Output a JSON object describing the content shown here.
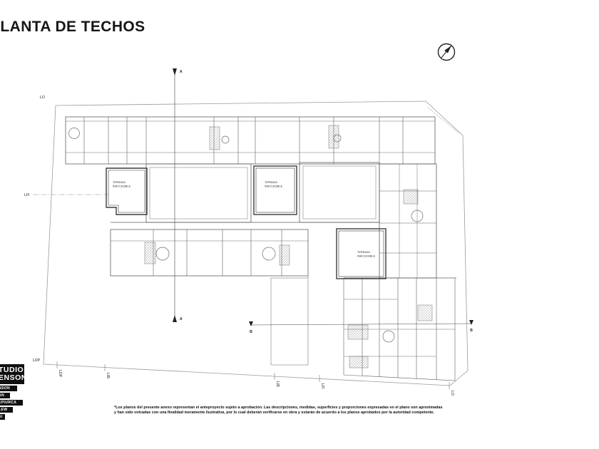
{
  "title": {
    "text": "PLANTA DE TECHOS"
  },
  "plan": {
    "labels": {
      "lo_top": "LO",
      "lfi_left": "LFI",
      "ldp_left": "LDP",
      "ldp_bottom": "LDP",
      "lib_bottom_left": "LIB",
      "lib_bottom_mid": "LIB",
      "lfi_bottom": "LFI",
      "lo_bottom_right": "LO"
    },
    "terrace_label": {
      "line1": "TERRAZA",
      "line2": "INACCESIBLE"
    },
    "section_a": "A",
    "section_b": "B"
  },
  "logo": {
    "line1": "TUDIO",
    "line2": "ENSON",
    "names": [
      "NSON",
      "AN",
      "EPIURCA",
      "LEW",
      "SI"
    ]
  },
  "disclaimer": {
    "line1": "*Los planos del presente anexo representan el anteproyecto sujeto a aprobación.  Las  descripciones,  medidas,  superficies  y  proporciones  expresadas  en  el plano son aproximadas",
    "line2": "y han sido volcadas con una finalidad meramente ilustrativa, por lo  cual   deberán  verificarse en obra y estarán de acuerdo a los planos aprobados por la autoridad competente."
  }
}
